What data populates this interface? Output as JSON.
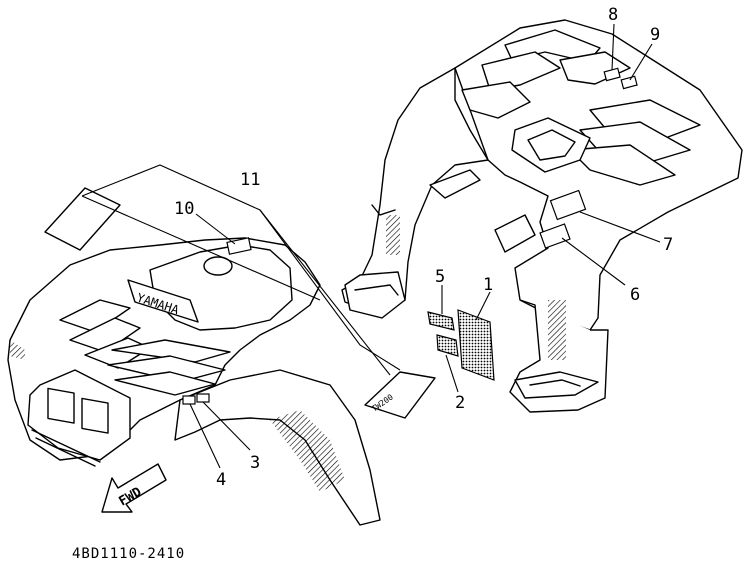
{
  "diagram": {
    "part_code": "4BD1110-2410",
    "fwd_label": "FWD",
    "brand_label": "YAMAHA",
    "decal_label": "TW200",
    "callouts": [
      "1",
      "2",
      "3",
      "4",
      "5",
      "6",
      "7",
      "8",
      "9",
      "10",
      "11"
    ]
  }
}
